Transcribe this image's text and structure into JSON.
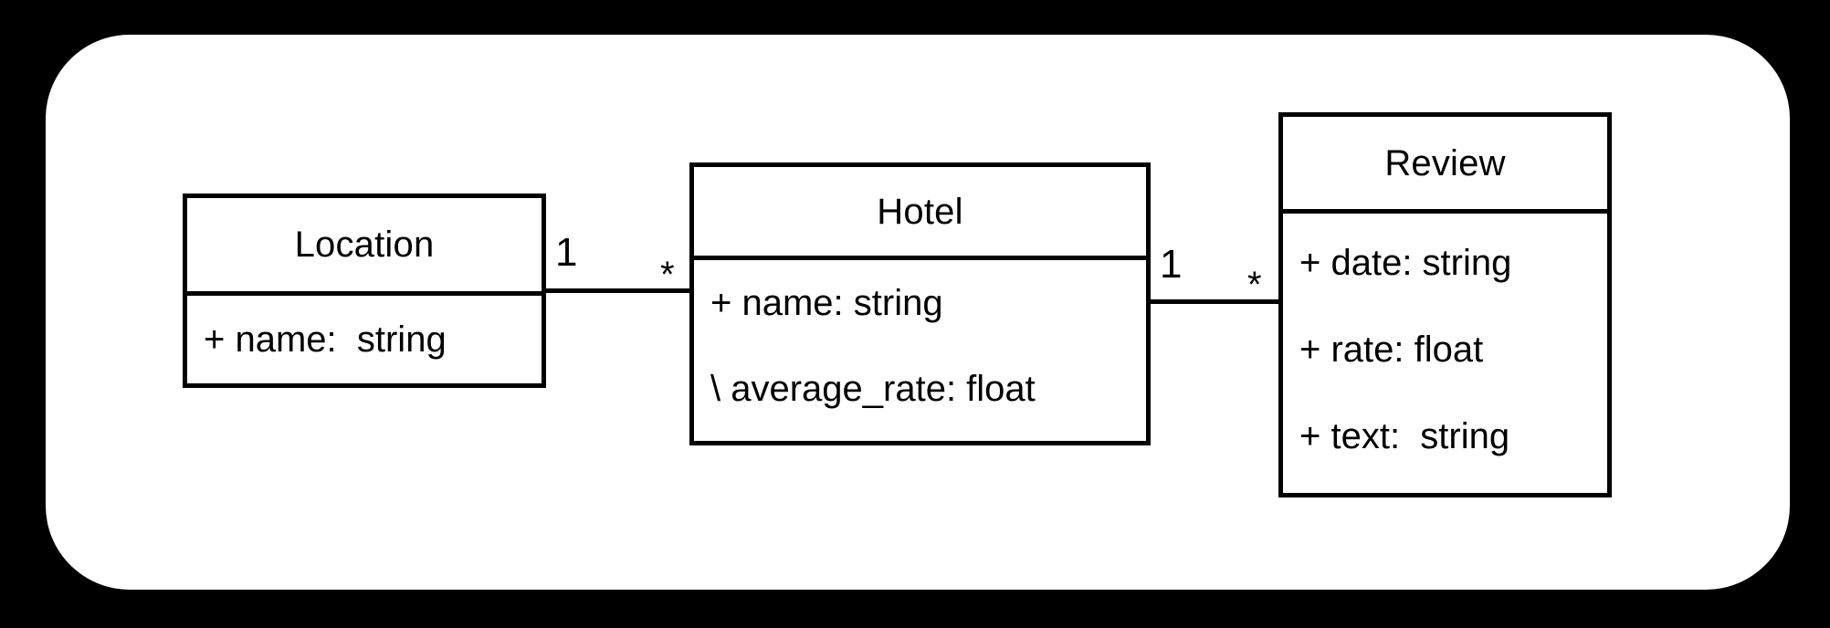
{
  "diagram": {
    "kind": "uml-class-diagram",
    "background_color": "#000000",
    "panel_color": "#ffffff",
    "stroke_color": "#000000",
    "classes": [
      {
        "id": "location",
        "name": "Location",
        "attributes": [
          "+ name:  string"
        ]
      },
      {
        "id": "hotel",
        "name": "Hotel",
        "attributes": [
          "+ name: string",
          "\\ average_rate: float"
        ]
      },
      {
        "id": "review",
        "name": "Review",
        "attributes": [
          "+ date: string",
          "+ rate: float",
          "+ text:  string"
        ]
      }
    ],
    "associations": [
      {
        "id": "location-hotel",
        "source": "Location",
        "target": "Hotel",
        "source_multiplicity": "1",
        "target_multiplicity": "*"
      },
      {
        "id": "hotel-review",
        "source": "Hotel",
        "target": "Review",
        "source_multiplicity": "1",
        "target_multiplicity": "*"
      }
    ]
  }
}
